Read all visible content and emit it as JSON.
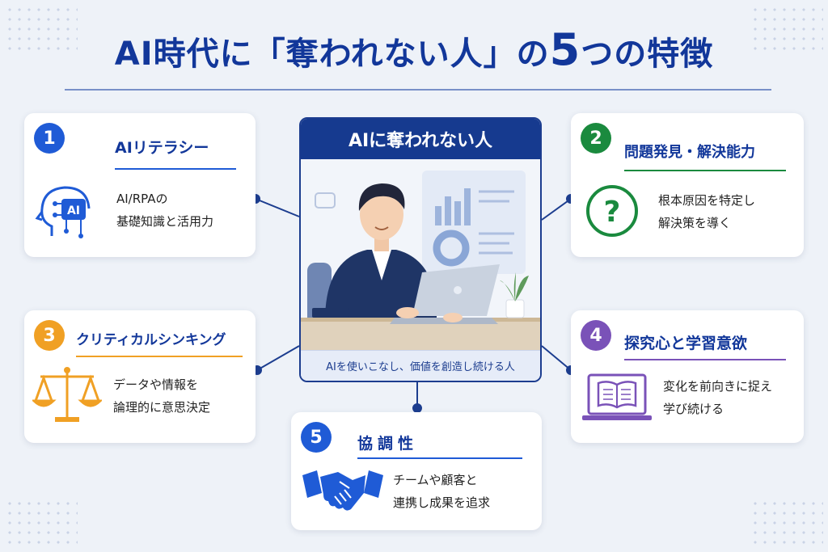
{
  "title": {
    "part1": "AI時代に「奪われない人」の",
    "number": "5",
    "part2": "つの特徴"
  },
  "center": {
    "header": "AIに奪われない人",
    "caption": "AIを使いこなし、価値を創造し続ける人"
  },
  "colors": {
    "navy": "#163a8f",
    "blue": "#1f5bd6",
    "green": "#1a8a3e",
    "orange": "#f0a024",
    "purple": "#7a52b8"
  },
  "cards": [
    {
      "number": "1",
      "title": "AIリテラシー",
      "lines": [
        "AI/RPAの",
        "基礎知識と活用力"
      ],
      "icon": "ai-head-icon",
      "icon_text": "AI"
    },
    {
      "number": "2",
      "title": "問題発見・解決能力",
      "lines": [
        "根本原因を特定し",
        "解決策を導く"
      ],
      "icon": "question-mark-icon",
      "icon_text": "?"
    },
    {
      "number": "3",
      "title": "クリティカルシンキング",
      "lines": [
        "データや情報を",
        "論理的に意思決定"
      ],
      "icon": "balance-scale-icon"
    },
    {
      "number": "4",
      "title": "探究心と学習意欲",
      "lines": [
        "変化を前向きに捉え",
        "学び続ける"
      ],
      "icon": "laptop-book-icon"
    },
    {
      "number": "5",
      "title": "協調性",
      "lines": [
        "チームや顧客と",
        "連携し成果を追求"
      ],
      "icon": "handshake-icon"
    }
  ]
}
